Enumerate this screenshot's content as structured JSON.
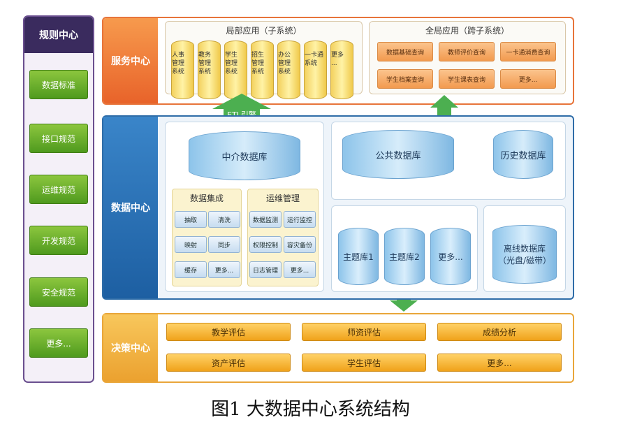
{
  "rule_center": {
    "title": "规则中心",
    "items": [
      "数据标准",
      "接口规范",
      "运维规范",
      "开发规范",
      "安全规范",
      "更多..."
    ]
  },
  "service_center": {
    "label": "服务中心",
    "local_apps": {
      "title": "局部应用（子系统）",
      "items": [
        {
          "lines": [
            "人事",
            "管理",
            "系统"
          ]
        },
        {
          "lines": [
            "教务",
            "管理",
            "系统"
          ]
        },
        {
          "lines": [
            "学生",
            "管理",
            "系统"
          ]
        },
        {
          "lines": [
            "招生",
            "管理",
            "系统"
          ]
        },
        {
          "lines": [
            "办公",
            "管理",
            "系统"
          ]
        },
        {
          "lines": [
            "一卡通",
            "系统",
            ""
          ]
        },
        {
          "lines": [
            "更多",
            "...",
            ""
          ]
        }
      ]
    },
    "global_apps": {
      "title": "全局应用（跨子系统）",
      "items": [
        "数据基础查询",
        "教师评价查询",
        "一卡通消费查询",
        "学生档案查询",
        "学生课表查询",
        "更多..."
      ]
    }
  },
  "etl_label": "ETL引擎",
  "data_center": {
    "label": "数据中心",
    "intermediary_db": "中介数据库",
    "public_db": "公共数据库",
    "history_db": "历史数据库",
    "data_integration": {
      "title": "数据集成",
      "items": [
        "抽取",
        "清洗",
        "映射",
        "同步",
        "缓存",
        "更多..."
      ]
    },
    "ops_management": {
      "title": "运维管理",
      "items": [
        "数据监测",
        "运行监控",
        "权限控制",
        "容灾备份",
        "日志管理",
        "更多..."
      ]
    },
    "theme_dbs": [
      "主题库1",
      "主题库2",
      "更多..."
    ],
    "offline_db": {
      "line1": "离线数据库",
      "line2": "（光盘/磁带）"
    }
  },
  "decision_center": {
    "label": "决策中心",
    "items": [
      "教学评估",
      "师资评估",
      "成绩分析",
      "资产评估",
      "学生评估",
      "更多..."
    ]
  },
  "caption": "图1  大数据中心系统结构"
}
